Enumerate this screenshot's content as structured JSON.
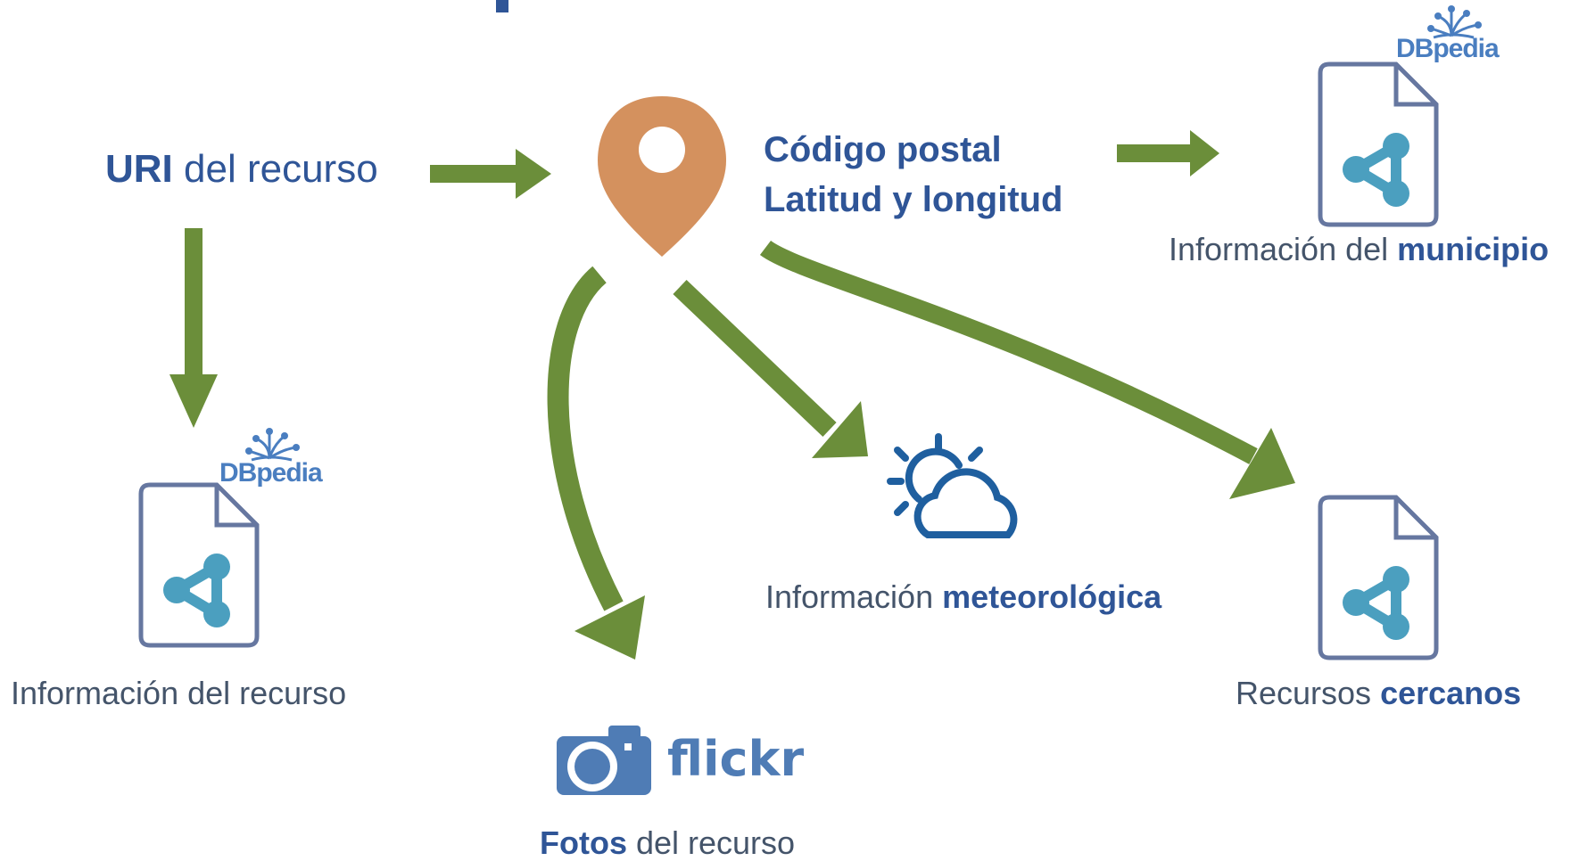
{
  "uri_label": {
    "bold": "URI",
    "rest": " del recurso"
  },
  "location_fields": [
    "Código postal",
    "Latitud y longitud"
  ],
  "municipio_label": {
    "prefix": "Información del ",
    "bold": "municipio"
  },
  "recurso_label": "Información del recurso",
  "meteo_label": {
    "prefix": "Información ",
    "bold": "meteorológica"
  },
  "cercanos_label": {
    "prefix": "Recursos ",
    "bold": "cercanos"
  },
  "fotos_label": {
    "bold": "Fotos",
    "rest": " del recurso"
  },
  "dbpedia_logo_text": "DBpedia",
  "flickr_logo_text": "flickr",
  "colors": {
    "arrow": "#6b8e3a",
    "pin": "#d4915e",
    "text_dark": "#44546a",
    "text_accent": "#2f5597",
    "doc_outline": "#6677a0",
    "graph_node": "#4b9fbf",
    "weather_icon": "#1f5f9f",
    "flickr": "#4f7cb5"
  }
}
